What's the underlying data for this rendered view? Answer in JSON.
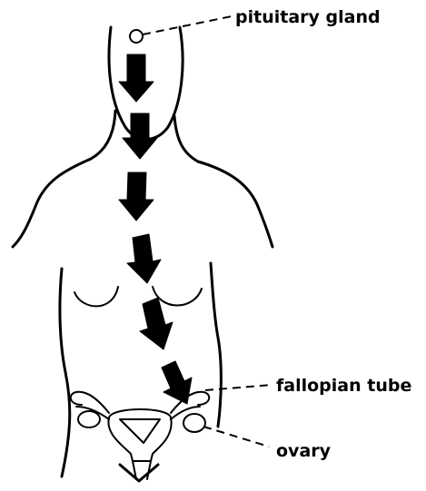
{
  "labels": {
    "pituitary": "pituitary gland",
    "fallopian": "fallopian tube",
    "ovary": "ovary"
  },
  "colors": {
    "ink": "#000000",
    "background": "#ffffff"
  }
}
